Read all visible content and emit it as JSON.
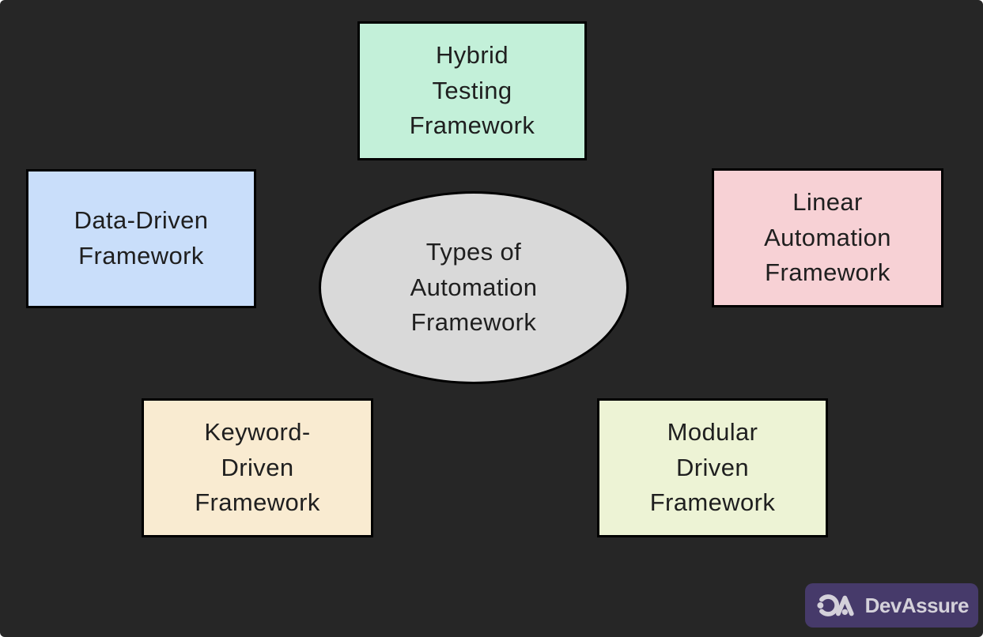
{
  "diagram": {
    "title": "Types of Automation Framework",
    "center": {
      "id": "types-of-automation-framework",
      "label": "Types of\nAutomation\nFramework",
      "fill": "#d9d9d9",
      "shape": "ellipse"
    },
    "nodes": [
      {
        "id": "hybrid-testing-framework",
        "label": "Hybrid\nTesting\nFramework",
        "fill": "#c3f0d9",
        "shape": "rectangle",
        "position": "top-center"
      },
      {
        "id": "data-driven-framework",
        "label": "Data-Driven\nFramework",
        "fill": "#c9defa",
        "shape": "rectangle",
        "position": "middle-left"
      },
      {
        "id": "linear-automation-framework",
        "label": "Linear\nAutomation\nFramework",
        "fill": "#f7d1d5",
        "shape": "rectangle",
        "position": "middle-right"
      },
      {
        "id": "keyword-driven-framework",
        "label": "Keyword-\nDriven\nFramework",
        "fill": "#f9ebd1",
        "shape": "rectangle",
        "position": "bottom-left"
      },
      {
        "id": "modular-driven-framework",
        "label": "Modular\nDriven\nFramework",
        "fill": "#edf3d5",
        "shape": "rectangle",
        "position": "bottom-right"
      }
    ],
    "colors": {
      "background": "#262626",
      "node_border": "#000000",
      "node_text": "#1f1f1f"
    }
  },
  "logo": {
    "brand": "DevAssure",
    "monogram": "DA",
    "badge_color": "#463a6a",
    "text_color": "#d4d1da"
  }
}
